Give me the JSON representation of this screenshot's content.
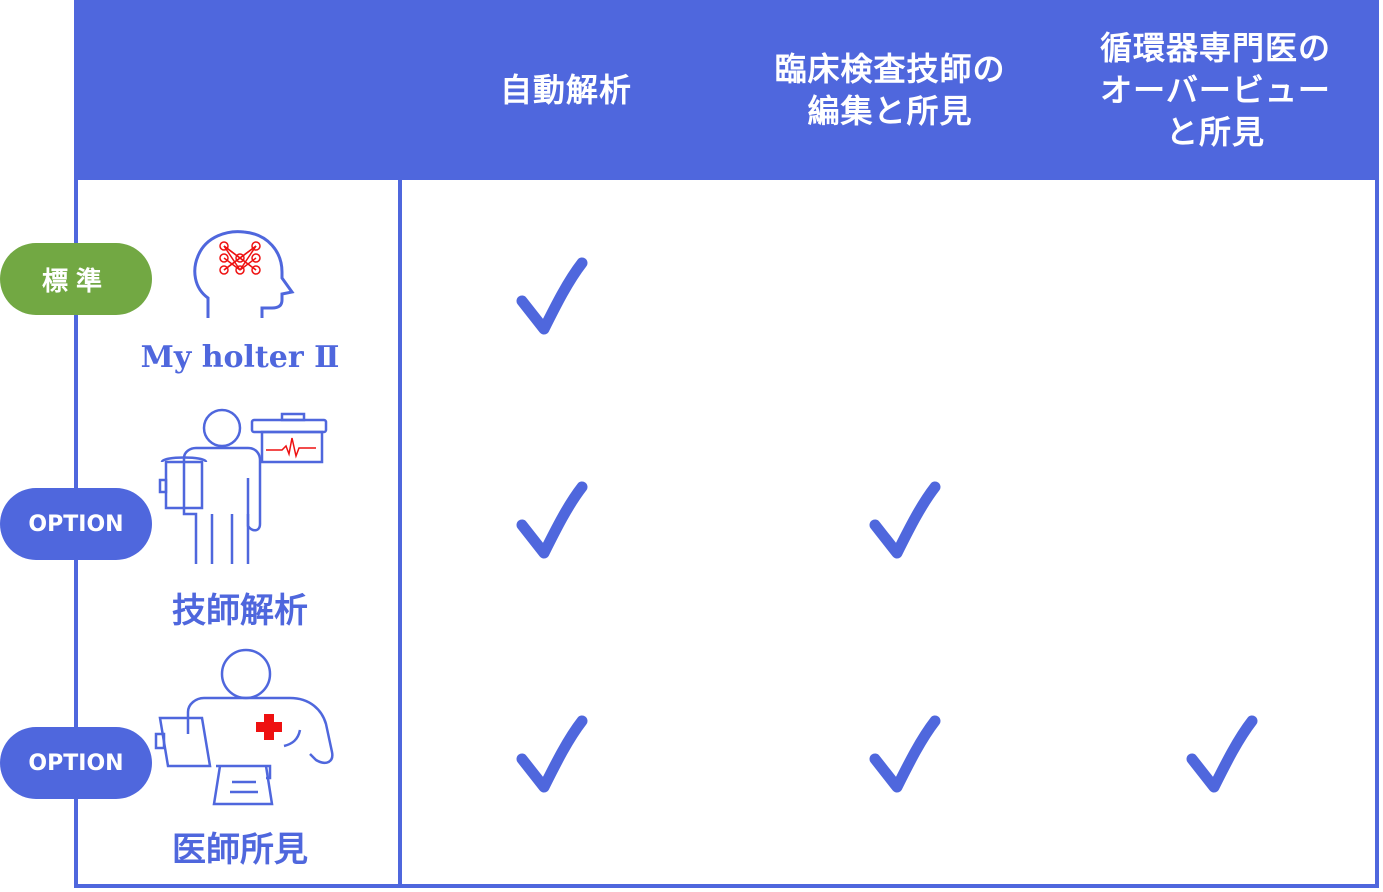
{
  "columns": [
    {
      "lines": [
        "自動解析"
      ]
    },
    {
      "lines": [
        "臨床検査技師の",
        "編集と所見"
      ]
    },
    {
      "lines": [
        "循環器専門医の",
        "オーバービュー",
        "と所見"
      ]
    }
  ],
  "rows": [
    {
      "badge": "標準",
      "label": "My holter Ⅱ",
      "checks": [
        true,
        false,
        false
      ]
    },
    {
      "badge": "OPTION",
      "label": "技師解析",
      "checks": [
        true,
        true,
        false
      ]
    },
    {
      "badge": "OPTION",
      "label": "医師所見",
      "checks": [
        true,
        true,
        true
      ]
    }
  ],
  "colors": {
    "primary": "#4f67dd",
    "standard_badge": "#72a843",
    "accent": "#ee1111"
  },
  "icons": {
    "row1": "brain-network-icon",
    "row2": "technician-with-ecg-monitor-icon",
    "row3": "doctor-with-medical-cross-icon"
  }
}
